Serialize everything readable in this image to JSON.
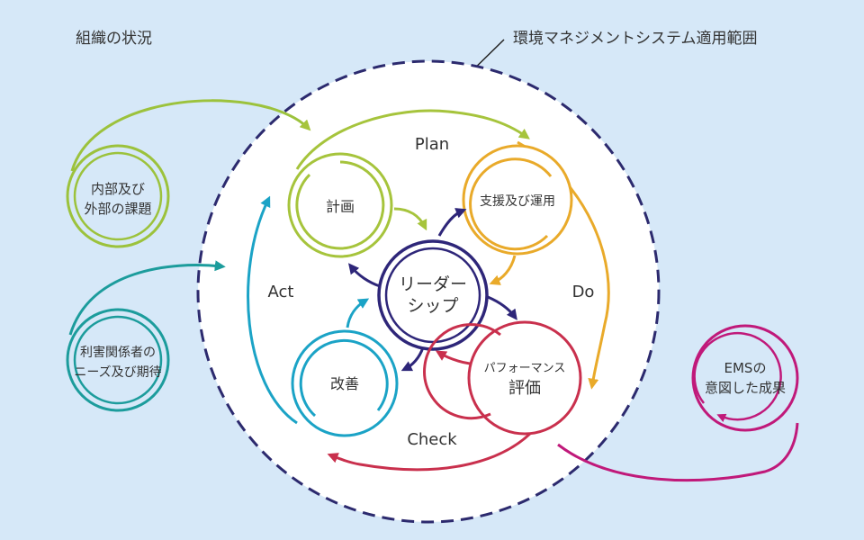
{
  "context_label": "組織の状況",
  "scope_label": "環境マネジメントシステム適用範囲",
  "phases": {
    "plan": "Plan",
    "do": "Do",
    "check": "Check",
    "act": "Act"
  },
  "nodes": {
    "planning": "計画",
    "support": "支援及び運用",
    "leadership": {
      "line1": "リーダー",
      "line2": "シップ"
    },
    "performance": {
      "line1": "パフォーマンス",
      "line2": "評価"
    },
    "improvement": "改善"
  },
  "inputs": {
    "issues": {
      "line1": "内部及び",
      "line2": "外部の課題"
    },
    "stakeholders": {
      "line1": "利害関係者の",
      "line2": "ニーズ及び期待"
    }
  },
  "output": {
    "line1": "EMSの",
    "line2": "意図した成果"
  },
  "colors": {
    "background": "#d6e8f8",
    "scope_border": "#2c2a6e",
    "plan_green": "#a6c43c",
    "do_orange": "#e9aa2a",
    "check_red": "#c9304d",
    "act_blue": "#1ba3c6",
    "leadership": "#2e2679",
    "issues_green": "#9cc23c",
    "stakeholders_teal": "#1c9c9c",
    "output_magenta": "#c0197a"
  }
}
